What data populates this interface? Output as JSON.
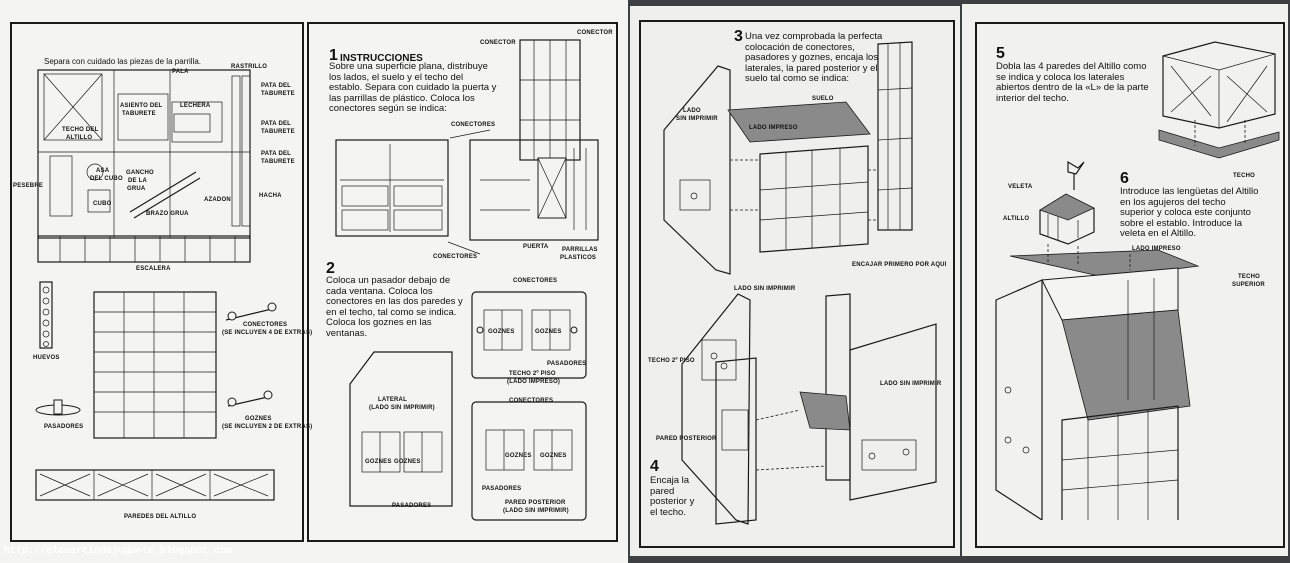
{
  "panel1": {
    "heading": "Separa con cuidado las piezas de la parrilla.",
    "parts": {
      "pala": "PALA",
      "rastrillo": "RASTRILLO",
      "pata1": "PATA DEL",
      "taburete1": "TABURETE",
      "pata2": "PATA DEL",
      "taburete2": "TABURETE",
      "pata3": "PATA DEL",
      "taburete3": "TABURETE",
      "asiento1": "ASIENTO DEL",
      "asiento2": "TABURETE",
      "lechera": "LECHERA",
      "techo1": "TECHO DEL",
      "techo2": "ALTILLO",
      "asa1": "ASA",
      "asa2": "DEL CUBO",
      "gancho1": "GANCHO",
      "gancho2": "DE LA",
      "gancho3": "GRUA",
      "pesebre": "PESEBRE",
      "cubo": "CUBO",
      "azadon": "AZADON",
      "brazo_grua": "BRAZO GRUA",
      "hacha": "HACHA",
      "escalera": "ESCALERA",
      "huevos": "HUEVOS",
      "conectores": "CONECTORES",
      "conectores_note": "(SE INCLUYEN 4 DE EXTRAS)",
      "pasadores": "PASADORES",
      "goznes": "GOZNES",
      "goznes_note": "(SE INCLUYEN 2 DE EXTRAS)",
      "paredes_altillo": "PAREDES DEL ALTILLO"
    }
  },
  "panel2": {
    "step1_num": "1",
    "step1_title": "INSTRUCCIONES",
    "step1_text": "Sobre una superficie plana, distribuye los lados, el suelo y el techo del establo. Separa con cuidado la puerta y las parrillas de plástico. Coloca los conectores según se indica:",
    "conector_a": "CONECTOR",
    "conector_b": "CONECTOR",
    "conectores_top": "CONECTORES",
    "conectores_bottom": "CONECTORES",
    "puerta": "PUERTA",
    "parrillas": "PARRILLAS",
    "plasticos": "PLASTICOS",
    "step2_num": "2",
    "step2_text": "Coloca un pasador debajo de cada ventana. Coloca los conectores en las dos paredes y en el techo, tal como se indica. Coloca los goznes en las ventanas.",
    "conectores_a": "CONECTORES",
    "goznes_a1": "GOZNES",
    "goznes_a2": "GOZNES",
    "pasadores_a": "PASADORES",
    "techo2piso": "TECHO 2º PISO",
    "lado_impreso_a": "(LADO IMPRESO)",
    "lateral": "LATERAL",
    "lado_sin_imprimir_a": "(LADO SIN IMPRIMIR)",
    "goznes_b1": "GOZNES",
    "goznes_b2": "GOZNES",
    "pasadores_b": "PASADORES",
    "conectores_c": "CONECTORES",
    "goznes_c1": "GOZNES",
    "goznes_c2": "GOZNES",
    "pasadores_c": "PASADORES",
    "pared_posterior": "PARED POSTERIOR",
    "lado_sin_imprimir_c": "(LADO SIN IMPRIMIR)"
  },
  "panel3": {
    "step3_num": "3",
    "step3_text": "Una vez comprobada la perfecta colocación de conectores, pasadores y goznes, encaja los laterales, la pared posterior y el suelo tal como se indica:",
    "suelo": "SUELO",
    "lado_sin_imprimir_1": "LADO",
    "lado_sin_imprimir_2": "SIN IMPRIMIR",
    "lado_impreso": "LADO IMPRESO",
    "encajar": "ENCAJAR PRIMERO POR AQUI",
    "lado_sin_imprimir_top": "LADO SIN IMPRIMIR",
    "techo_2_piso": "TECHO 2º PISO",
    "lado_sin_imprimir_right": "LADO SIN IMPRIMIR",
    "pared_posterior": "PARED POSTERIOR",
    "step4_num": "4",
    "step4_text": "Encaja la pared posterior y el techo."
  },
  "panel4": {
    "step5_num": "5",
    "step5_text": "Dobla las 4 paredes del Altillo como se indica y coloca los laterales abiertos dentro de la «L» de la parte interior del techo.",
    "techo": "TECHO",
    "step6_num": "6",
    "step6_text": "Introduce las lengüetas del Altillo en los agujeros del techo superior y coloca este conjunto sobre el establo. Introduce la veleta en el Altillo.",
    "veleta": "VELETA",
    "altillo": "ALTILLO",
    "lado_impreso": "LADO IMPRESO",
    "techo_superior_1": "TECHO",
    "techo_superior_2": "SUPERIOR"
  },
  "footer": {
    "url": "http://elcuartindejuguete.blogspot.com"
  }
}
